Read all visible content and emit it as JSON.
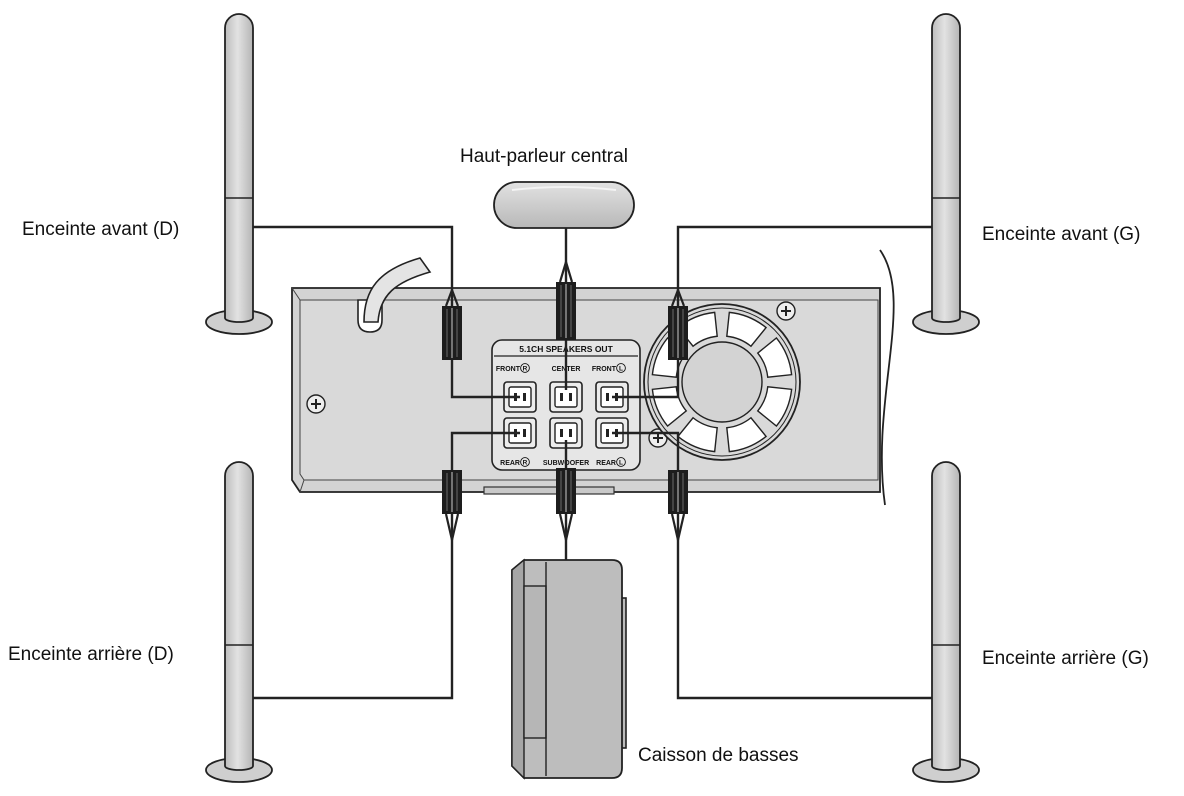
{
  "labels": {
    "center_speaker": "Haut-parleur central",
    "front_right": "Enceinte avant (D)",
    "front_left": "Enceinte avant (G)",
    "rear_right": "Enceinte arrière (D)",
    "rear_left": "Enceinte arrière (G)",
    "subwoofer": "Caisson de basses"
  },
  "panel": {
    "title": "5.1CH SPEAKERS OUT",
    "front_r": "FRONT",
    "center": "CENTER",
    "front_l": "FRONT",
    "rear_r": "REAR",
    "subwoofer": "SUBWOOFER",
    "rear_l": "REAR",
    "r_mark": "R",
    "l_mark": "L"
  },
  "colors": {
    "speaker_fill": "#d4d4d4",
    "unit_fill": "#d0d0d0",
    "panel_fill": "#e6e6e6",
    "line": "#222222"
  }
}
